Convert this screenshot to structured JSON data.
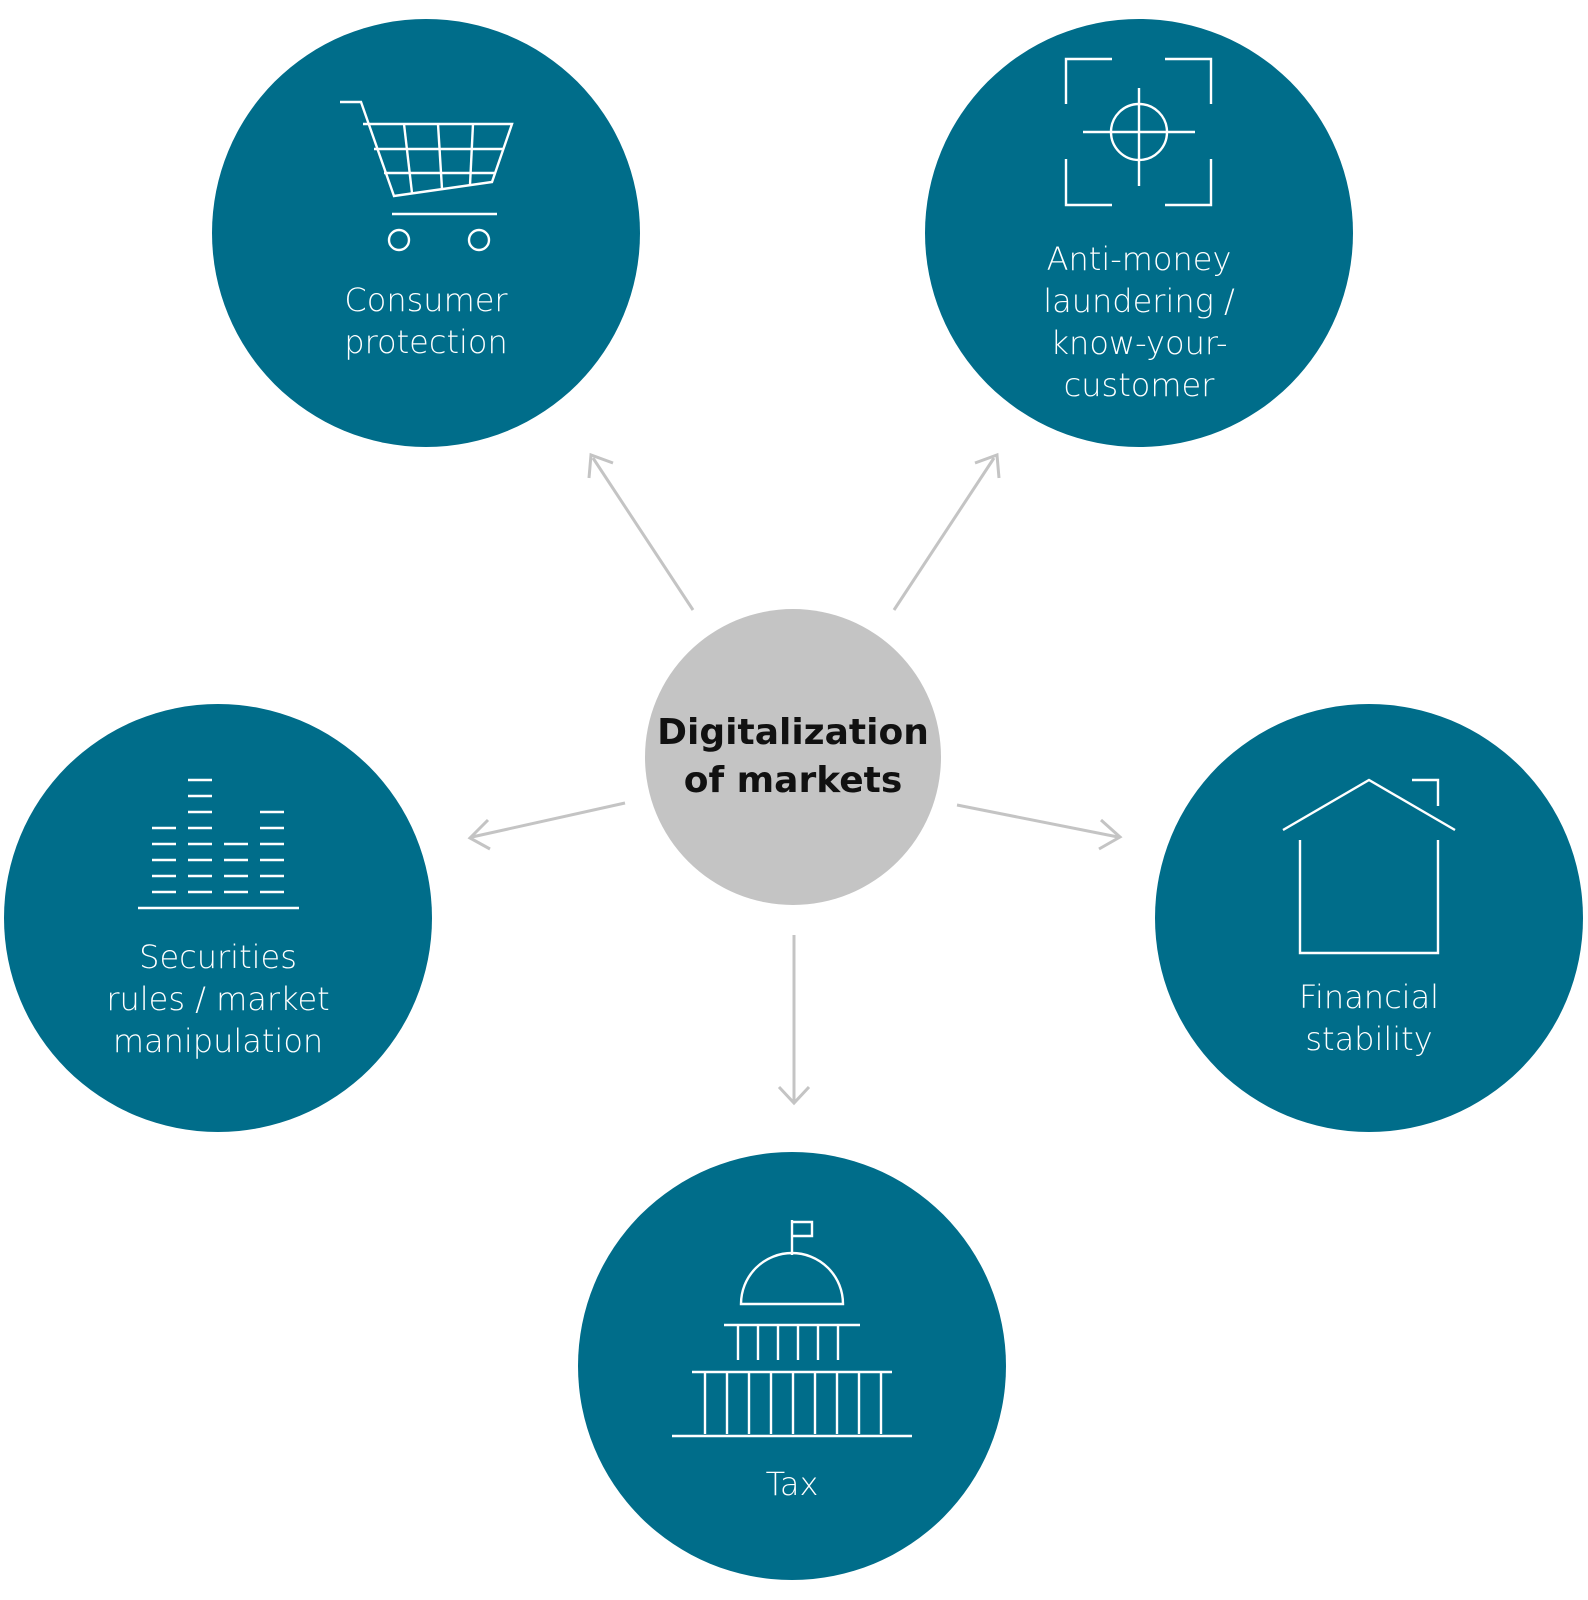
{
  "center": {
    "label_line1": "Digitalization",
    "label_line2": "of markets"
  },
  "nodes": {
    "consumer_protection": {
      "line1": "Consumer",
      "line2": "protection",
      "icon": "shopping-cart-icon"
    },
    "aml_kyc": {
      "line1": "Anti-money",
      "line2": "laundering /",
      "line3": "know-your-",
      "line4": "customer",
      "icon": "target-crosshair-icon"
    },
    "securities": {
      "line1": "Securities",
      "line2": "rules / market",
      "line3": "manipulation",
      "icon": "bar-levels-icon"
    },
    "financial_stability": {
      "line1": "Financial",
      "line2": "stability",
      "icon": "house-icon"
    },
    "tax": {
      "line1": "Tax",
      "icon": "government-building-icon"
    }
  },
  "colors": {
    "node_fill": "#006d8a",
    "center_fill": "#c4c4c4",
    "arrow": "#c4c4c4",
    "node_text": "#ffffff",
    "center_text": "#111111"
  }
}
